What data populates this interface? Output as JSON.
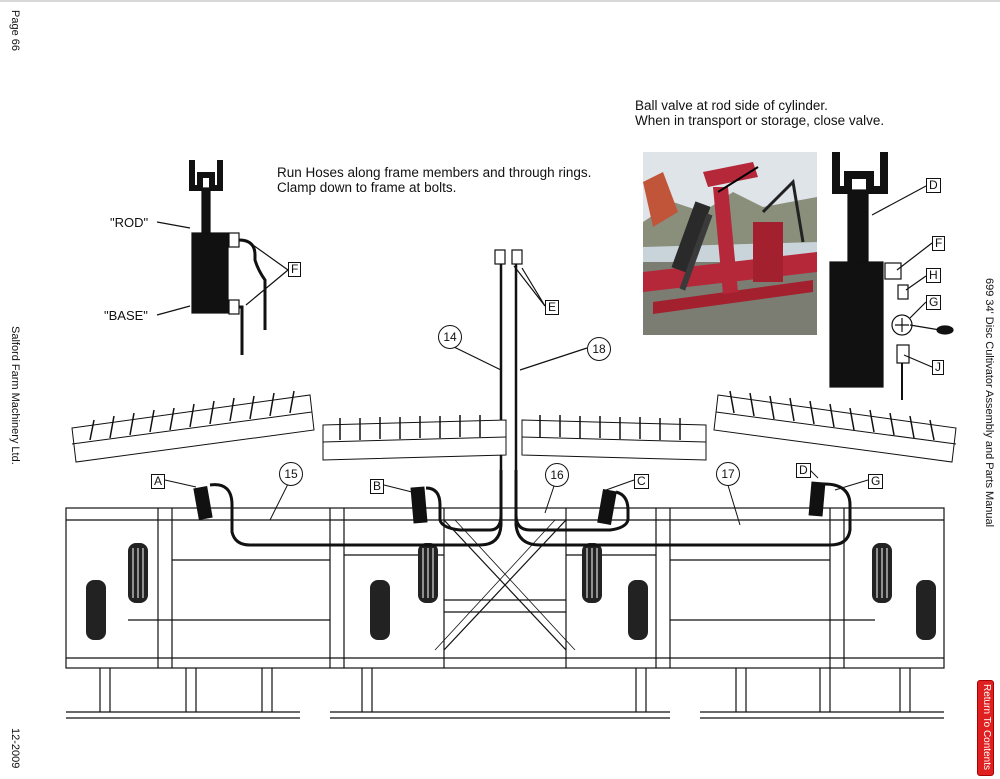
{
  "page": {
    "page_label": "Page 66",
    "company": "Salford Farm Machinery Ltd.",
    "date": "12-2009",
    "manual_title": "699 34' Disc Cultivator Assembly and Parts Manual",
    "return_button": "Return To Contents"
  },
  "notes": {
    "ball_valve_line1": "Ball valve at rod side of cylinder.",
    "ball_valve_line2": "When in transport or storage, close valve.",
    "hoses_line1": "Run Hoses along frame members and through rings.",
    "hoses_line2": "Clamp down to frame at bolts."
  },
  "cylinder_labels": {
    "rod": "\"ROD\"",
    "base": "\"BASE\""
  },
  "callouts": {
    "a": "A",
    "b": "B",
    "c": "C",
    "d": "D",
    "d2": "D",
    "e": "E",
    "f": "F",
    "f2": "F",
    "g": "G",
    "g2": "G",
    "h": "H",
    "j": "J"
  },
  "bubbles": {
    "b14": "14",
    "b15": "15",
    "b16": "16",
    "b17": "17",
    "b18": "18"
  },
  "colors": {
    "return_button": "#e02020",
    "photo_machine_red": "#b5283a"
  }
}
